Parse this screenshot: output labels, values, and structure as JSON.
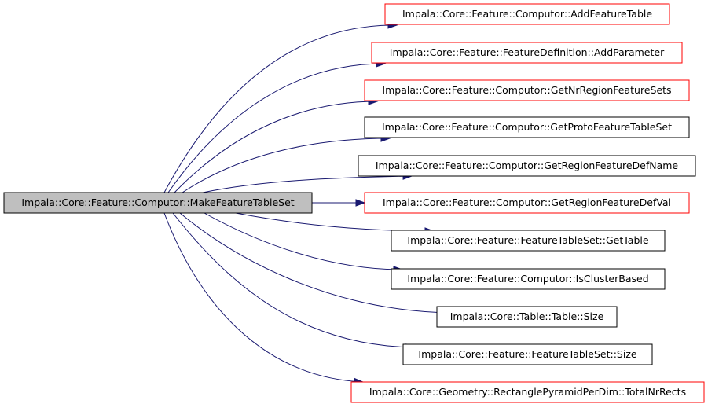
{
  "colors": {
    "edge": "#191970",
    "root_fill": "#bfbfbf",
    "root_border": "#000000",
    "border_documented": "#000000",
    "border_undocumented": "#ff0000",
    "node_fill": "#ffffff"
  },
  "root": {
    "label": "Impala::Core::Feature::Computor::MakeFeatureTableSet"
  },
  "callees": [
    {
      "label": "Impala::Core::Feature::Computor::AddFeatureTable",
      "border": "red"
    },
    {
      "label": "Impala::Core::Feature::FeatureDefinition::AddParameter",
      "border": "red"
    },
    {
      "label": "Impala::Core::Feature::Computor::GetNrRegionFeatureSets",
      "border": "red"
    },
    {
      "label": "Impala::Core::Feature::Computor::GetProtoFeatureTableSet",
      "border": "black"
    },
    {
      "label": "Impala::Core::Feature::Computor::GetRegionFeatureDefName",
      "border": "black"
    },
    {
      "label": "Impala::Core::Feature::Computor::GetRegionFeatureDefVal",
      "border": "red"
    },
    {
      "label": "Impala::Core::Feature::FeatureTableSet::GetTable",
      "border": "black"
    },
    {
      "label": "Impala::Core::Feature::Computor::IsClusterBased",
      "border": "black"
    },
    {
      "label": "Impala::Core::Table::Table::Size",
      "border": "black"
    },
    {
      "label": "Impala::Core::Feature::FeatureTableSet::Size",
      "border": "black"
    },
    {
      "label": "Impala::Core::Geometry::RectanglePyramidPerDim::TotalNrRects",
      "border": "red"
    }
  ]
}
